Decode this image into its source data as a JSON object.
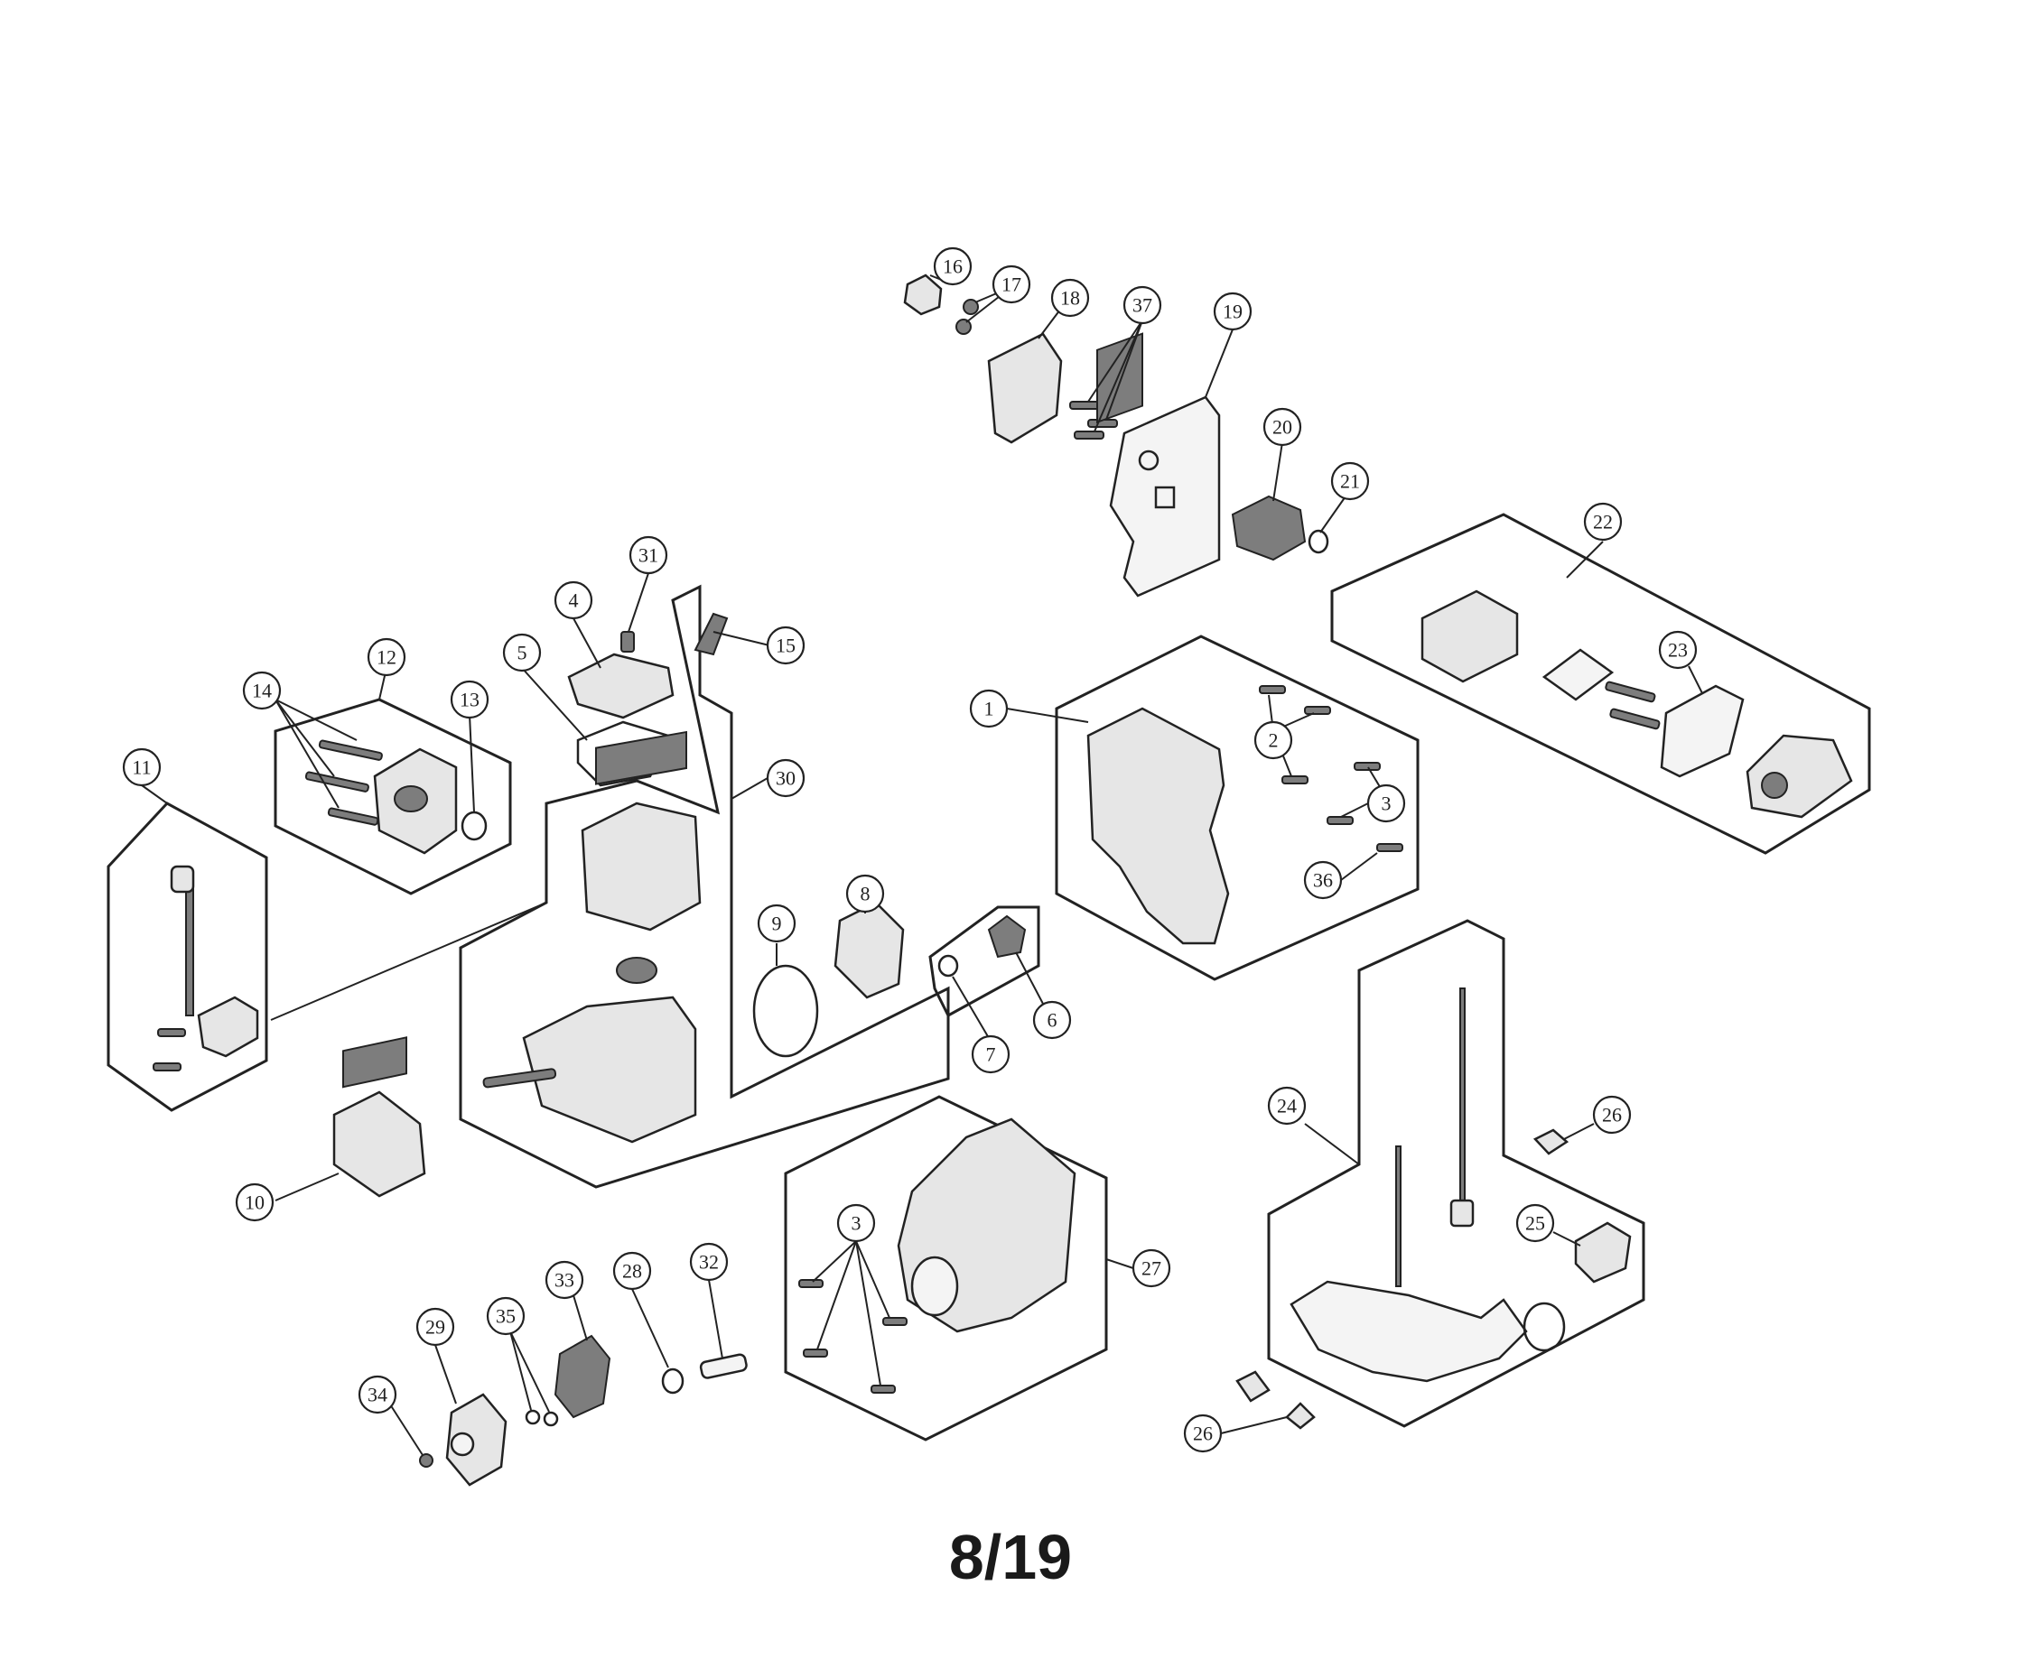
{
  "page_number": "8/19",
  "callouts": [
    "1",
    "2",
    "3",
    "3",
    "4",
    "5",
    "6",
    "7",
    "8",
    "9",
    "10",
    "11",
    "12",
    "13",
    "14",
    "15",
    "16",
    "17",
    "18",
    "19",
    "20",
    "21",
    "22",
    "23",
    "24",
    "25",
    "26",
    "26",
    "27",
    "28",
    "29",
    "30",
    "31",
    "32",
    "33",
    "34",
    "35",
    "36",
    "37"
  ],
  "colors": {
    "ink": "#222222",
    "fill": "#e6e6e6",
    "shade": "#7d7d7d"
  }
}
